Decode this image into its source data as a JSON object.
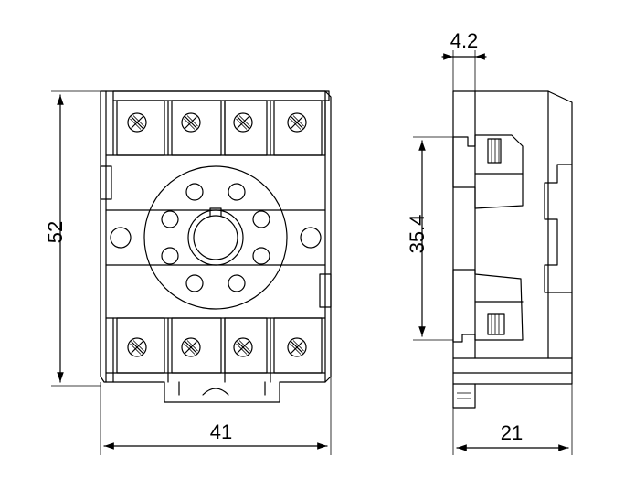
{
  "dimensions": {
    "height_front": "52",
    "width_front": "41",
    "din_rail_height": "35.4",
    "top_offset": "4.2",
    "depth_side": "21"
  },
  "colors": {
    "line": "#000000",
    "background": "#ffffff"
  },
  "views": {
    "front": {
      "terminal_count_top": 4,
      "terminal_count_bottom": 4,
      "socket_pin_holes": 8
    },
    "side": {
      "latch_count": 2
    }
  }
}
